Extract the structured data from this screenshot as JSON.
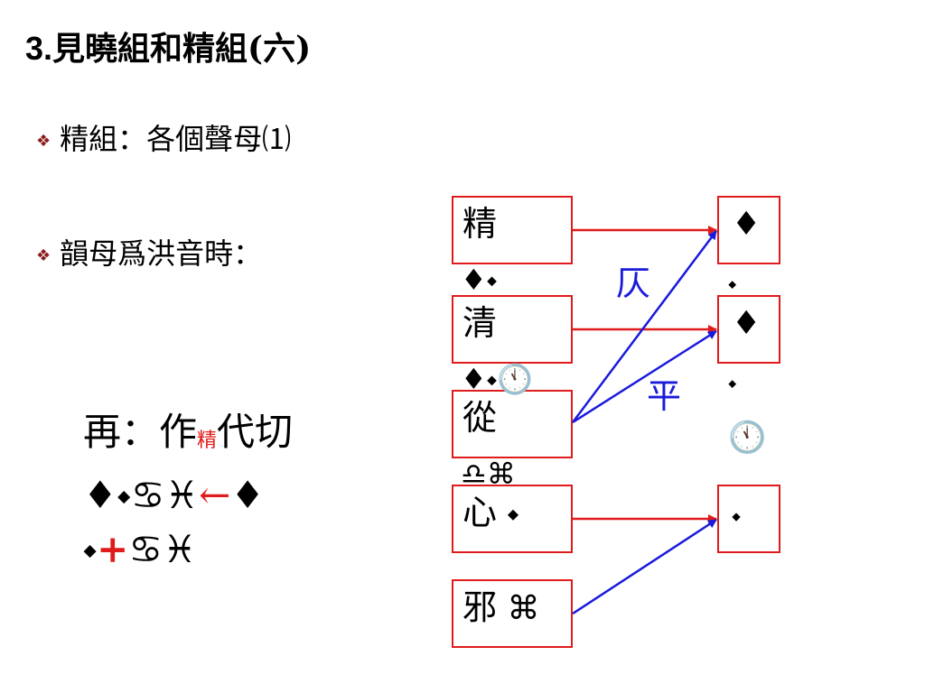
{
  "title": {
    "number": "3.",
    "text": "見曉組和精組(六)"
  },
  "bullets": [
    {
      "icon": "diamond-bullet-icon",
      "text": "精組：各個聲母⑴"
    },
    {
      "icon": "diamond-bullet-icon",
      "text": "韻母爲洪音時："
    }
  ],
  "formula": {
    "line1_prefix": "再：作",
    "line1_small": "精",
    "line1_suffix": "代切",
    "line2_left": "♦⬩♋♓",
    "line2_arrow": "←",
    "line2_right": "♦",
    "line3_left": "⬩",
    "line3_plus": "+",
    "line3_right": "♋♓"
  },
  "left_boxes": [
    {
      "char": "精",
      "sym": ""
    },
    {
      "char": "清",
      "sym": ""
    },
    {
      "char": "從",
      "sym": ""
    },
    {
      "char": "心",
      "sym": " ⬩"
    },
    {
      "char": "邪",
      "sym": " ⌘"
    }
  ],
  "left_below": [
    "♦⬩",
    "♦⬩🕚",
    "♎⌘"
  ],
  "right_boxes": [
    {
      "sym": "♦"
    },
    {
      "sym": "♦"
    },
    {
      "sym": "⬩"
    }
  ],
  "right_below": [
    "⬩",
    "⬩",
    "🕚"
  ],
  "tone_labels": {
    "ze": "仄",
    "ping": "平"
  },
  "colors": {
    "box_border": "#e01b1b",
    "red_arrow": "#e01b1b",
    "blue_arrow": "#1a1adb",
    "bullet": "#8b1c1c"
  }
}
